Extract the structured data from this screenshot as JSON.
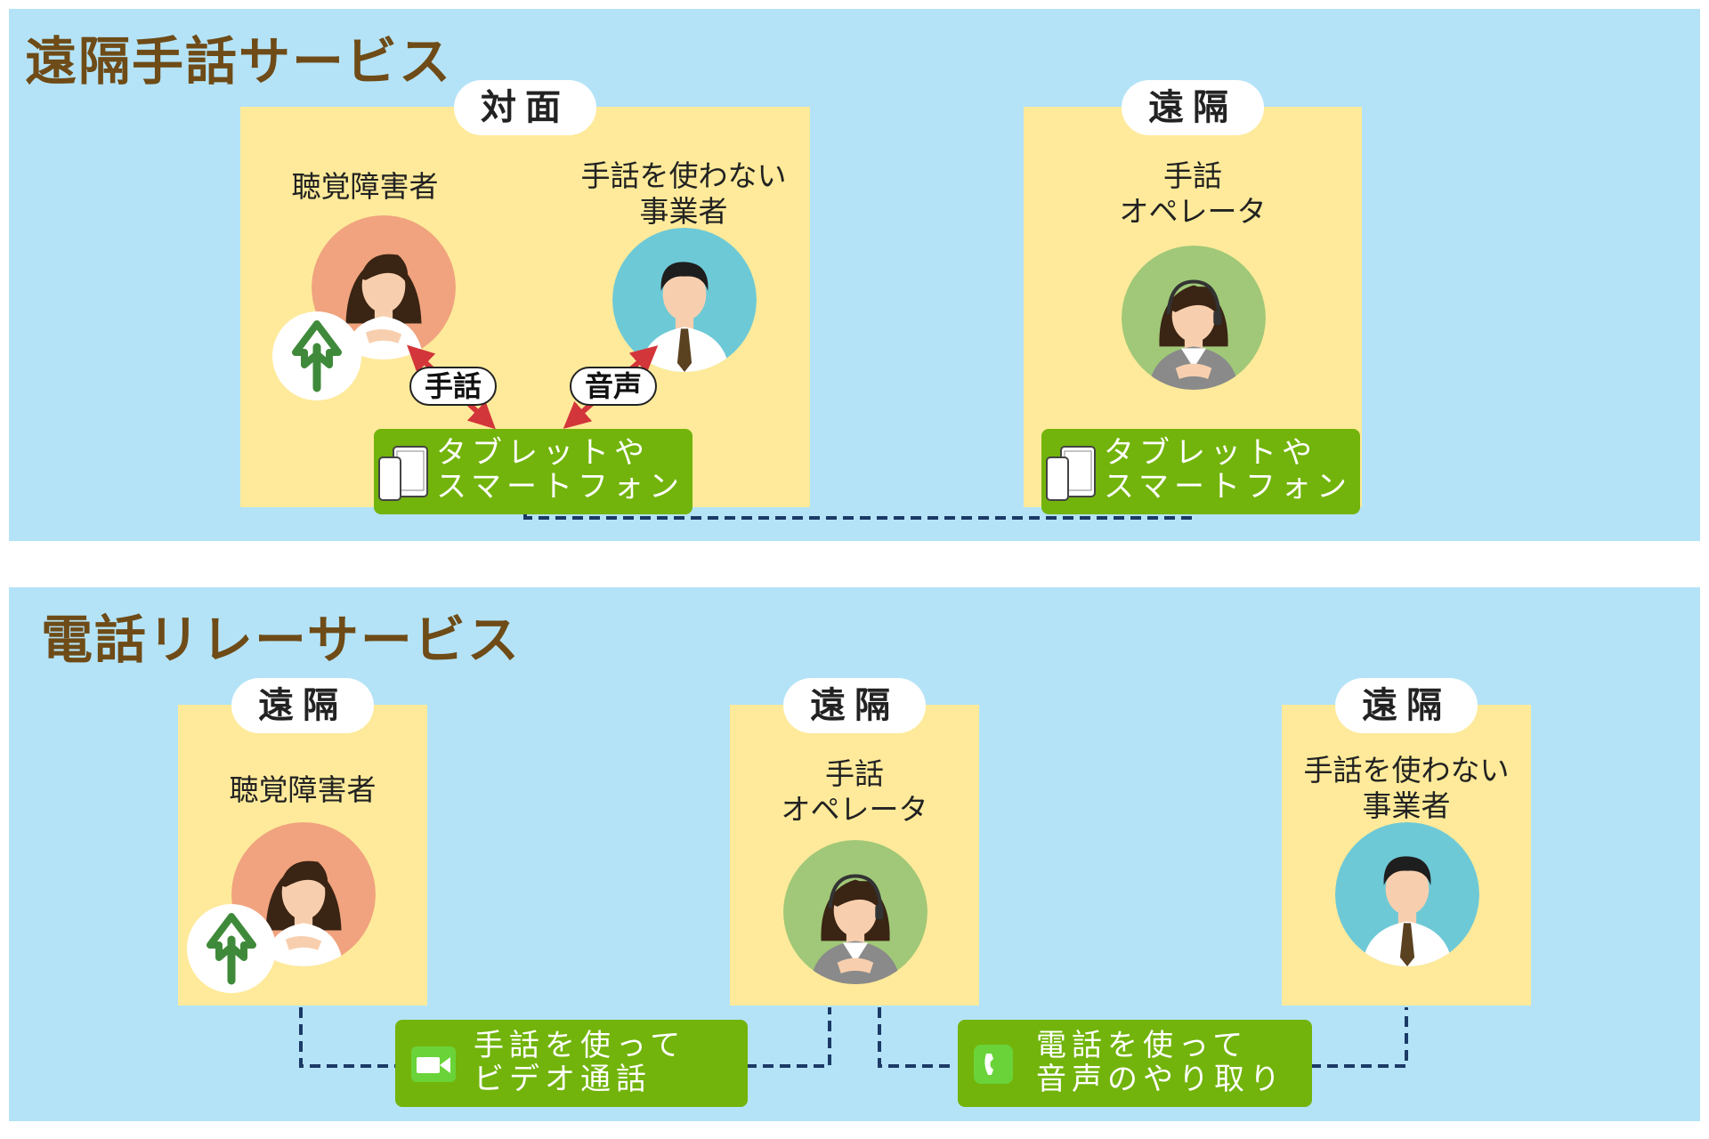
{
  "remote_sign_language_service": {
    "title": "遠隔手話サービス",
    "in_person_label": "対面",
    "remote_label": "遠隔",
    "hearing_impaired_label": "聴覚障害者",
    "business_label_line1": "手話を使わない",
    "business_label_line2": "事業者",
    "operator_label_line1": "手話",
    "operator_label_line2": "オペレータ",
    "sign_language_badge": "手話",
    "voice_badge": "音声",
    "device_left_line1": "タブレットや",
    "device_left_line2": "スマートフォン",
    "device_right_line1": "タブレットや",
    "device_right_line2": "スマートフォン"
  },
  "telephone_relay_service": {
    "title": "電話リレーサービス",
    "remote_label_1": "遠隔",
    "remote_label_2": "遠隔",
    "remote_label_3": "遠隔",
    "hearing_impaired_label": "聴覚障害者",
    "operator_label_line1": "手話",
    "operator_label_line2": "オペレータ",
    "business_label_line1": "手話を使わない",
    "business_label_line2": "事業者",
    "video_call_line1": "手話を使って",
    "video_call_line2": "ビデオ通話",
    "voice_call_line1": "電話を使って",
    "voice_call_line2": "音声のやり取り"
  },
  "colors": {
    "background_panel": "#b4e3f7",
    "person_box": "#feea9a",
    "title_text": "#6e4b17",
    "device_box": "#72b40b",
    "connector": "#1b3a66",
    "arrow": "#d2353a",
    "avatar_woman_bg": "#f0a37e",
    "avatar_man_bg": "#6ec9d6",
    "avatar_operator_bg": "#a0c878",
    "hand_symbol": "#3f8a3a"
  },
  "icons": [
    "hearing-hand-symbol-icon",
    "tablet-smartphone-icon",
    "video-camera-icon",
    "phone-handset-icon"
  ]
}
